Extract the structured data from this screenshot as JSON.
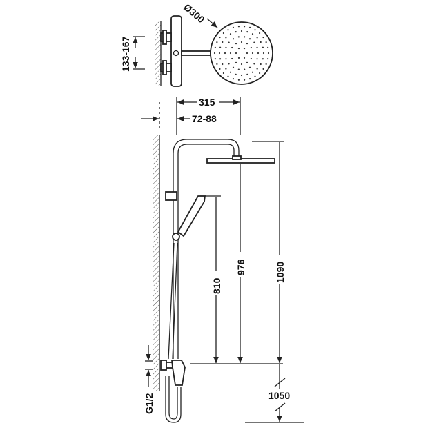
{
  "top_view": {
    "head_diameter_label": "Ø300",
    "valve_spacing_label": "133-167"
  },
  "front_view": {
    "arm_length_label": "315",
    "wall_offset_label": "72-88",
    "hand_shower_height_label": "810",
    "head_height_label": "976",
    "total_height_label": "1090",
    "mount_height_label": "1050",
    "connection_label": "G1/2"
  }
}
